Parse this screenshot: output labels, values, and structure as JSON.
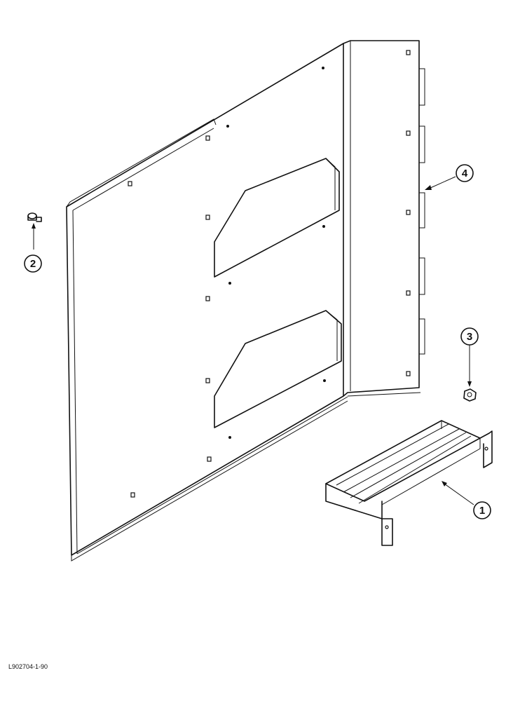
{
  "callouts": [
    {
      "id": "1",
      "part": "step-bracket"
    },
    {
      "id": "2",
      "part": "bolt"
    },
    {
      "id": "3",
      "part": "nut"
    },
    {
      "id": "4",
      "part": "side-panel"
    }
  ],
  "drawing_code": "L902704-1-90"
}
